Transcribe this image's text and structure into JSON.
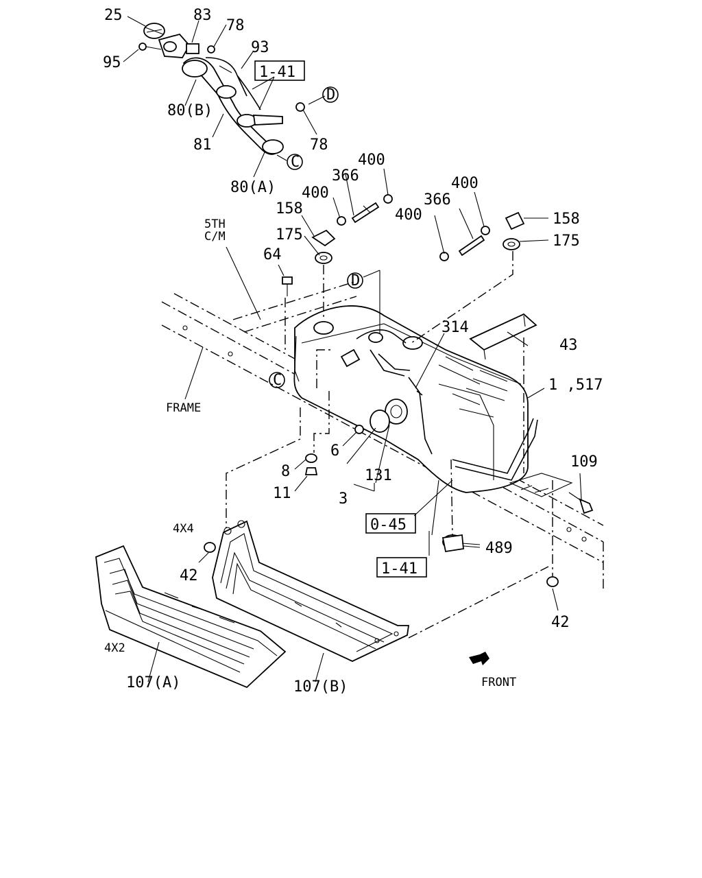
{
  "labels": {
    "l25": "25",
    "l83": "83",
    "l78a": "78",
    "l95": "95",
    "l93": "93",
    "ref141a": "1-41",
    "l80b": "80(B)",
    "l81": "81",
    "l78b": "78",
    "l80a": "80(A)",
    "markD1": "D",
    "markC1": "C",
    "markD2": "D",
    "markC2": "C",
    "l400a": "400",
    "l366a": "366",
    "l400b": "400",
    "l158a": "158",
    "l175a": "175",
    "l400c": "400",
    "l366b": "366",
    "l400d": "400",
    "l158b": "158",
    "l175b": "175",
    "l5th": "5TH",
    "lcm": "C/M",
    "l64": "64",
    "l314": "314",
    "l43": "43",
    "l1517": "1 ,517",
    "lframe": "FRAME",
    "l6": "6",
    "l8": "8",
    "l11": "11",
    "l131": "131",
    "l3": "3",
    "ref045": "0-45",
    "l109": "109",
    "l489": "489",
    "ref141b": "1-41",
    "l4x4": "4X4",
    "l42a": "42",
    "l42b": "42",
    "l4x2": "4X2",
    "l107a": "107(A)",
    "l107b": "107(B)",
    "lfront": "FRONT"
  }
}
